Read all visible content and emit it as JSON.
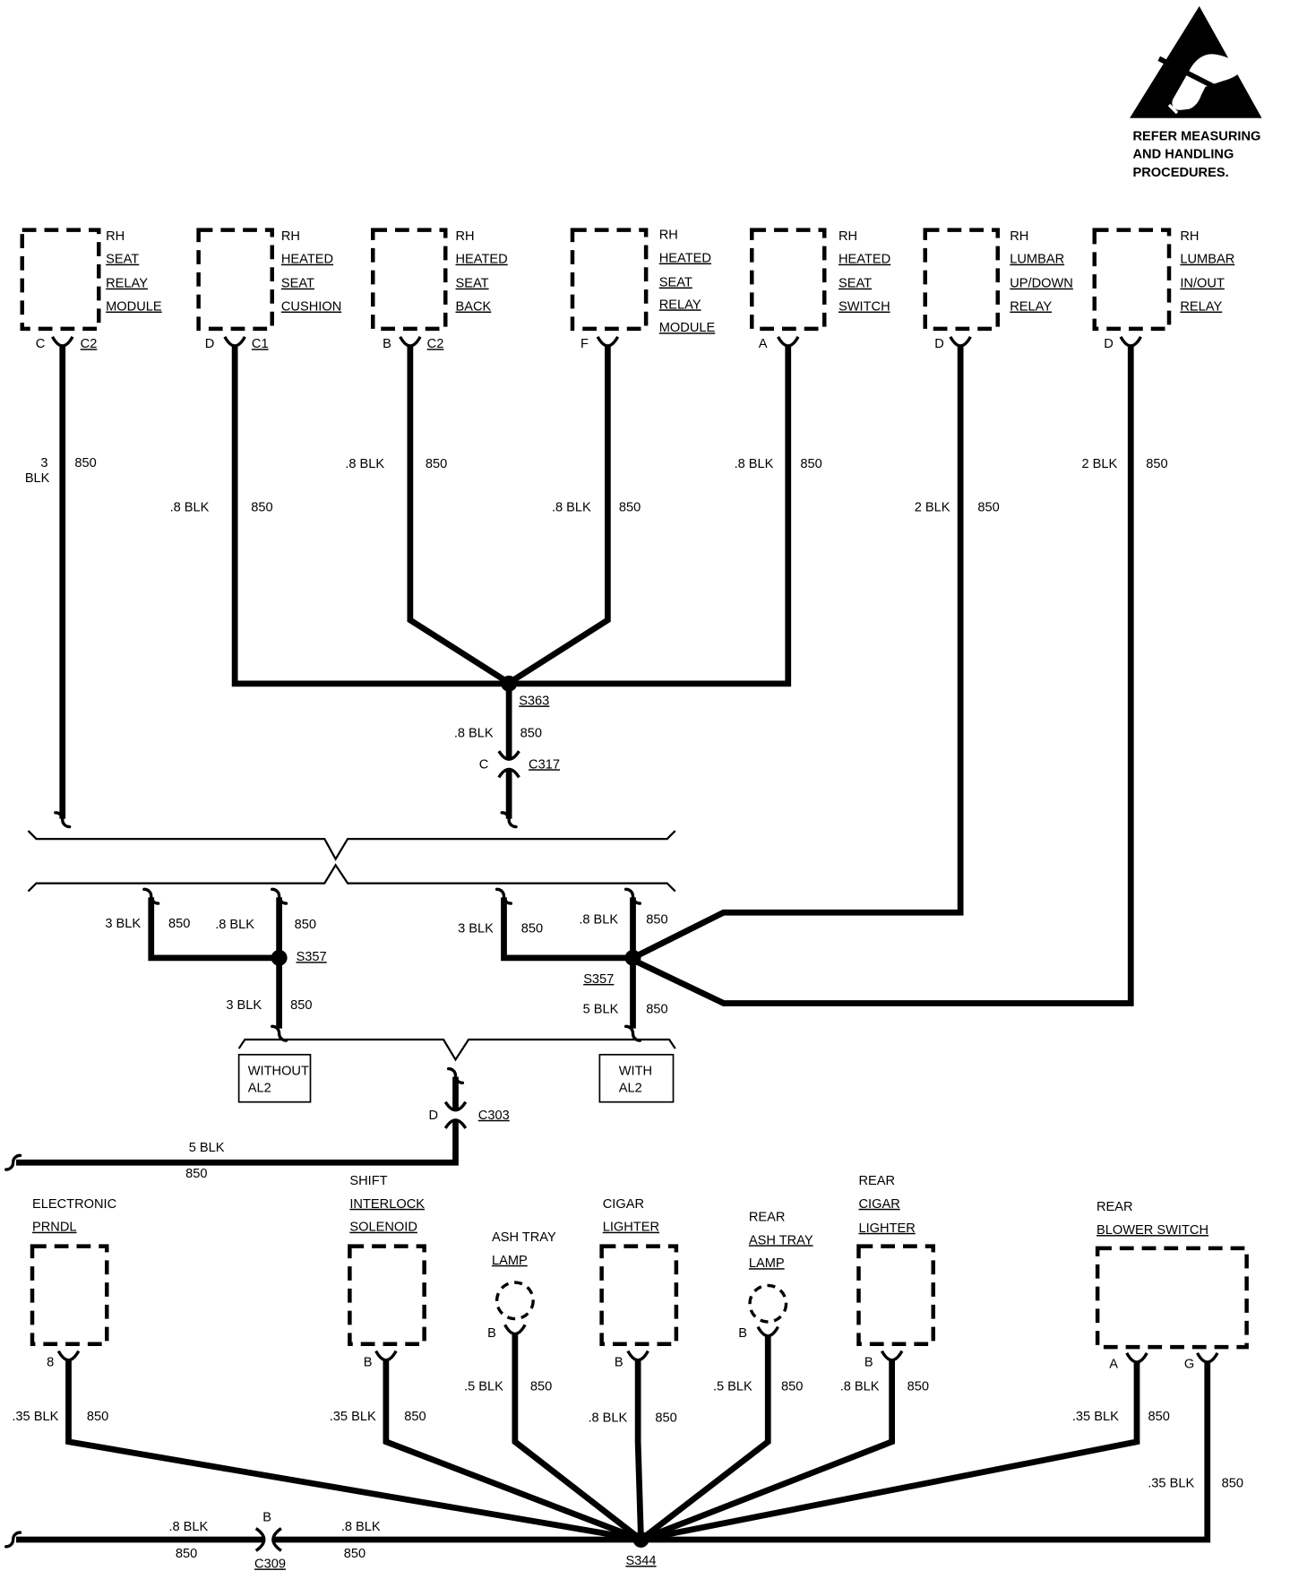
{
  "warning": {
    "icon": "esd-warning-icon",
    "lines": [
      "REFER MEASURING",
      "AND HANDLING",
      "PROCEDURES."
    ]
  },
  "top_components": [
    {
      "label": [
        "RH",
        "SEAT",
        "RELAY",
        "MODULE"
      ],
      "pin": "C",
      "connector": "C2",
      "wire": {
        "size_lines": [
          "3",
          "BLK"
        ],
        "circuit": "850"
      }
    },
    {
      "label": [
        "RH",
        "HEATED",
        "SEAT",
        "CUSHION"
      ],
      "pin": "D",
      "connector": "C1",
      "wire": {
        "size": ".8 BLK",
        "circuit": "850"
      }
    },
    {
      "label": [
        "RH",
        "HEATED",
        "SEAT",
        "BACK"
      ],
      "pin": "B",
      "connector": "C2",
      "wire": {
        "size": ".8 BLK",
        "circuit": "850"
      }
    },
    {
      "label": [
        "RH",
        "HEATED",
        "SEAT",
        "RELAY",
        "MODULE"
      ],
      "pin": "F",
      "wire": {
        "size": ".8 BLK",
        "circuit": "850"
      }
    },
    {
      "label": [
        "RH",
        "HEATED",
        "SEAT",
        "SWITCH"
      ],
      "pin": "A",
      "wire": {
        "size": ".8 BLK",
        "circuit": "850"
      }
    },
    {
      "label": [
        "RH",
        "LUMBAR",
        "UP/DOWN",
        "RELAY"
      ],
      "pin": "D",
      "wire": {
        "size": "2 BLK",
        "circuit": "850"
      }
    },
    {
      "label": [
        "RH",
        "LUMBAR",
        "IN/OUT",
        "RELAY"
      ],
      "pin": "D",
      "wire": {
        "size": "2 BLK",
        "circuit": "850"
      }
    }
  ],
  "splice_s363": {
    "name": "S363",
    "wire": {
      "size": ".8 BLK",
      "circuit": "850"
    }
  },
  "connector_c317": {
    "pin": "C",
    "name": "C317"
  },
  "splice_s357_left": {
    "name": "S357",
    "in_wires": [
      {
        "size": "3 BLK",
        "circuit": "850"
      },
      {
        "size": ".8 BLK",
        "circuit": "850"
      }
    ],
    "out_wire": {
      "size": "3 BLK",
      "circuit": "850"
    }
  },
  "splice_s357_right": {
    "name": "S357",
    "in_wires": [
      {
        "size": "3 BLK",
        "circuit": "850"
      },
      {
        "size": ".8 BLK",
        "circuit": "850"
      }
    ],
    "out_wire": {
      "size": "5 BLK",
      "circuit": "850"
    }
  },
  "options": [
    {
      "lines": [
        "WITHOUT",
        "AL2"
      ]
    },
    {
      "lines": [
        "WITH",
        "AL2"
      ]
    }
  ],
  "connector_c303": {
    "pin": "D",
    "name": "C303",
    "wire": {
      "size": "5 BLK",
      "circuit": "850"
    }
  },
  "bottom_components": [
    {
      "label": [
        "ELECTRONIC",
        "PRNDL"
      ],
      "terminals": [
        {
          "pin": "8",
          "wire": {
            "size": ".35 BLK",
            "circuit": "850"
          }
        }
      ]
    },
    {
      "label": [
        "SHIFT",
        "INTERLOCK",
        "SOLENOID"
      ],
      "terminals": [
        {
          "pin": "B",
          "wire": {
            "size": ".35 BLK",
            "circuit": "850"
          }
        }
      ]
    },
    {
      "label": [
        "ASH TRAY",
        "LAMP"
      ],
      "terminals": [
        {
          "pin": "B",
          "wire": {
            "size": ".5 BLK",
            "circuit": "850"
          }
        }
      ]
    },
    {
      "label": [
        "CIGAR",
        "LIGHTER"
      ],
      "terminals": [
        {
          "pin": "B",
          "wire": {
            "size": ".8 BLK",
            "circuit": "850"
          }
        }
      ]
    },
    {
      "label": [
        "REAR",
        "ASH TRAY",
        "LAMP"
      ],
      "terminals": [
        {
          "pin": "B",
          "wire": {
            "size": ".5 BLK",
            "circuit": "850"
          }
        }
      ]
    },
    {
      "label": [
        "REAR",
        "CIGAR",
        "LIGHTER"
      ],
      "terminals": [
        {
          "pin": "B",
          "wire": {
            "size": ".8 BLK",
            "circuit": "850"
          }
        }
      ]
    },
    {
      "label": [
        "REAR",
        "BLOWER SWITCH"
      ],
      "terminals": [
        {
          "pin": "A",
          "wire": {
            "size": ".35 BLK",
            "circuit": "850"
          }
        },
        {
          "pin": "G",
          "wire": {
            "size": ".35 BLK",
            "circuit": "850"
          }
        }
      ]
    }
  ],
  "splice_s344": {
    "name": "S344"
  },
  "connector_c309": {
    "pin": "B",
    "name": "C309",
    "wire_left": {
      "size": ".8 BLK",
      "circuit": "850"
    },
    "wire_right": {
      "size": ".8 BLK",
      "circuit": "850"
    }
  }
}
